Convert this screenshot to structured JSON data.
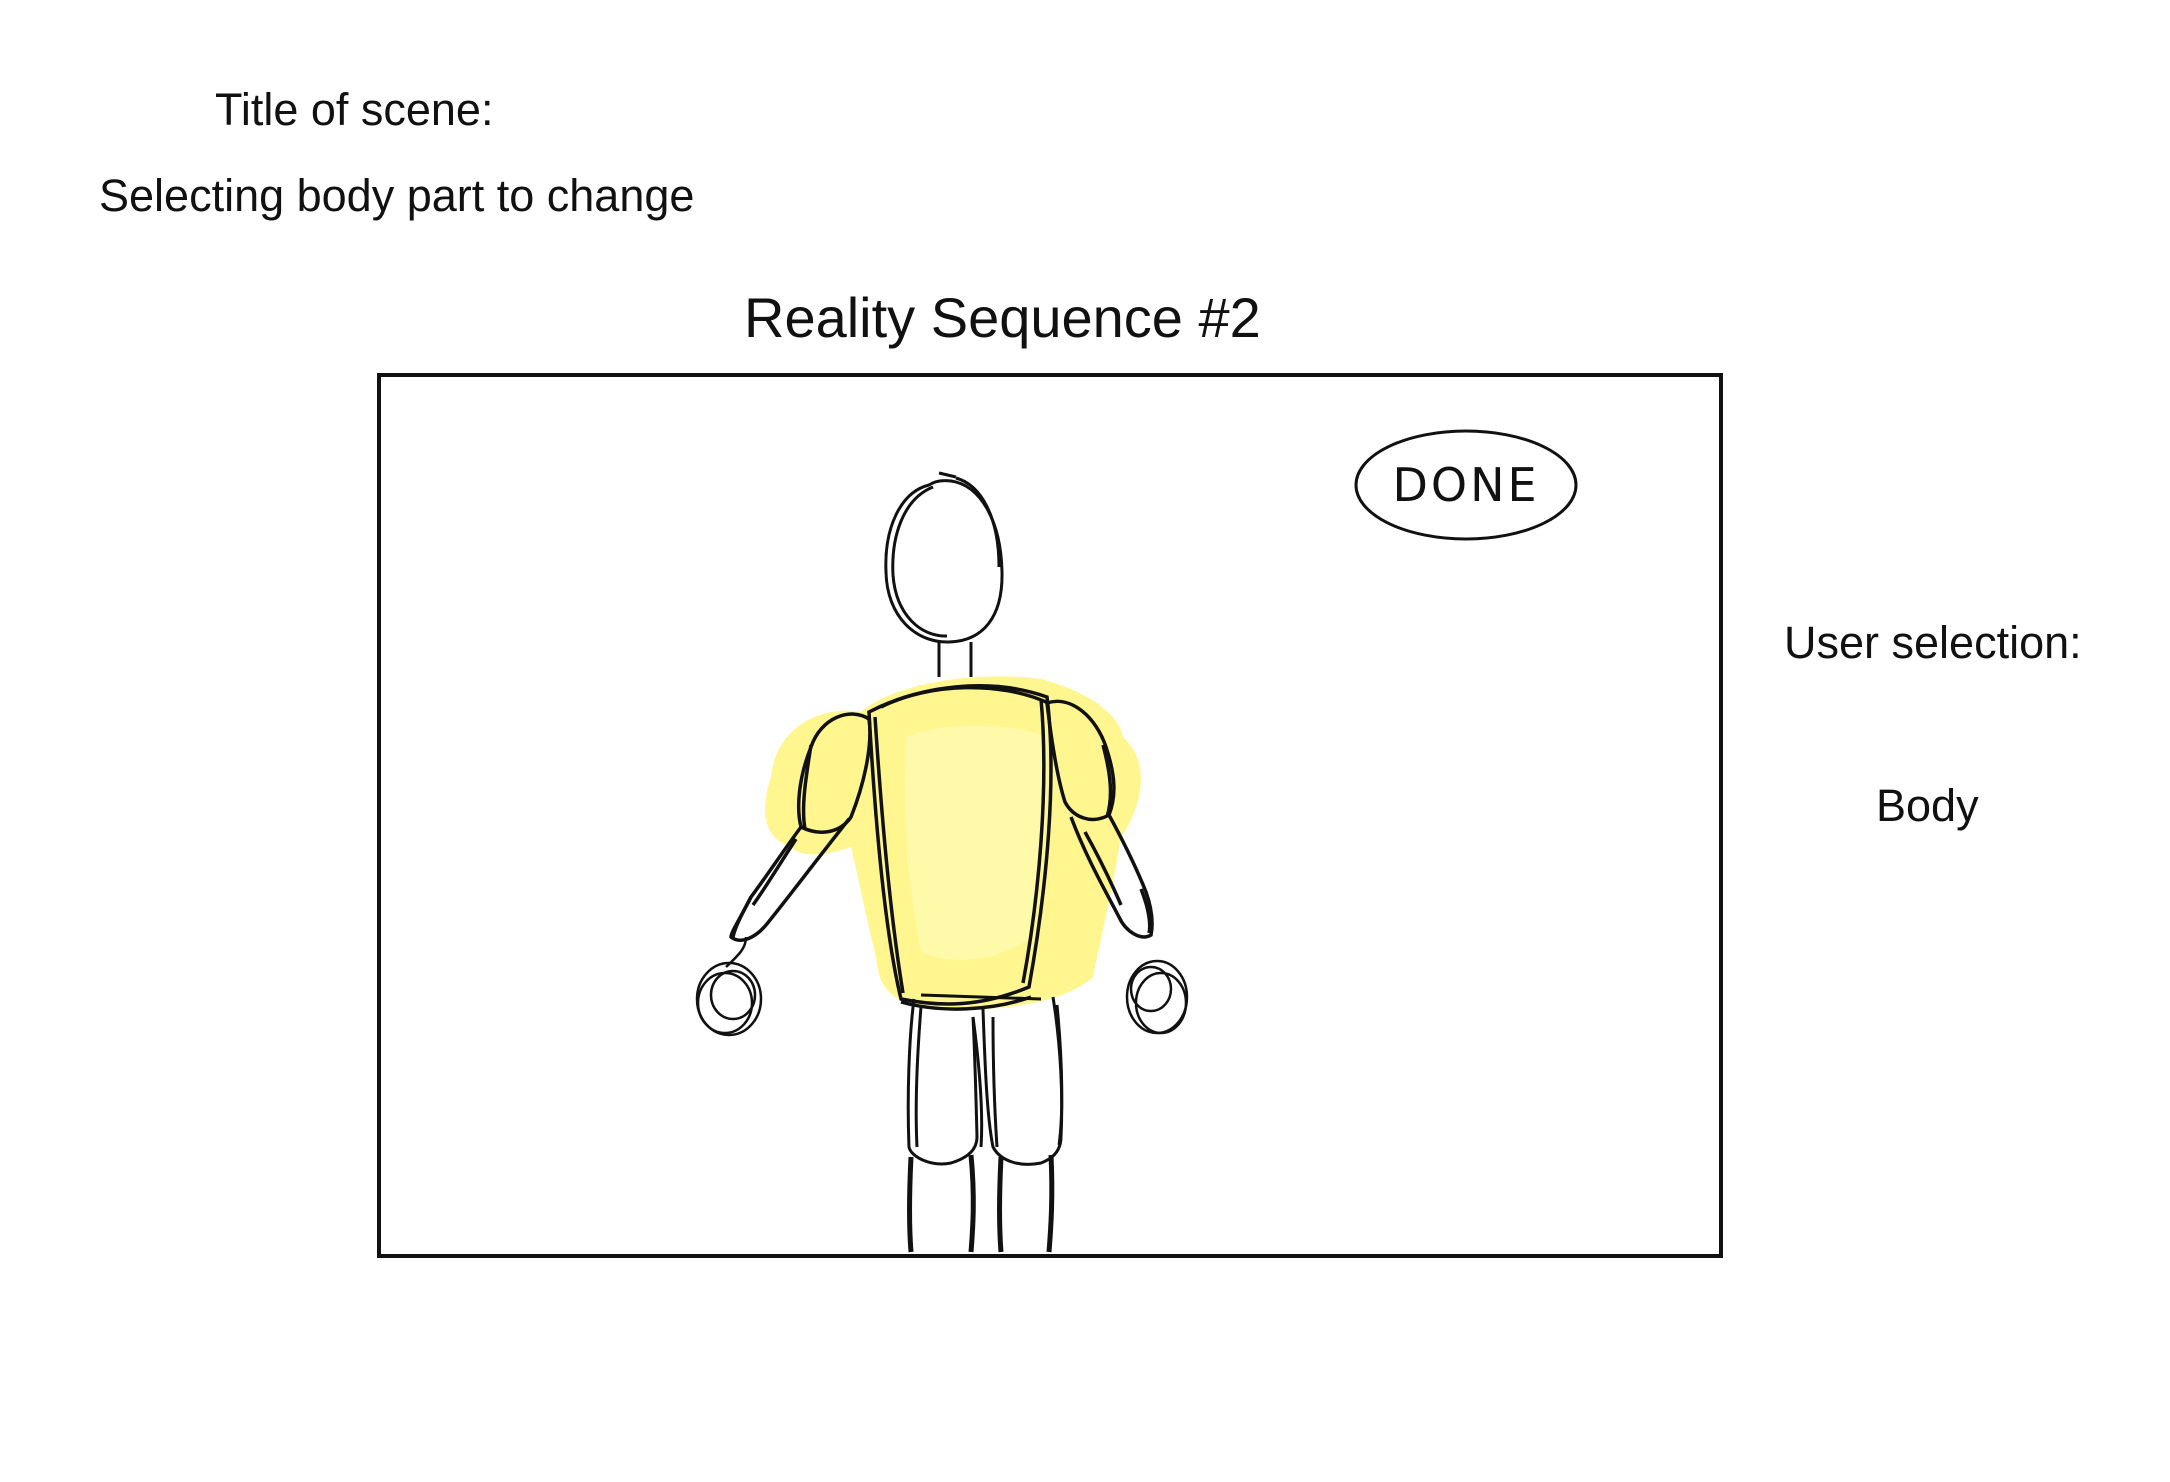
{
  "scene": {
    "title_label": "Title of scene:",
    "title_value": "Selecting body part to change"
  },
  "sequence": {
    "title": "Reality Sequence #2"
  },
  "viewport": {
    "done_label": "DONE",
    "figure_icon": "human-figure-sketch",
    "highlight_color": "#fff36b"
  },
  "selection": {
    "label": "User selection:",
    "value": "Body"
  }
}
